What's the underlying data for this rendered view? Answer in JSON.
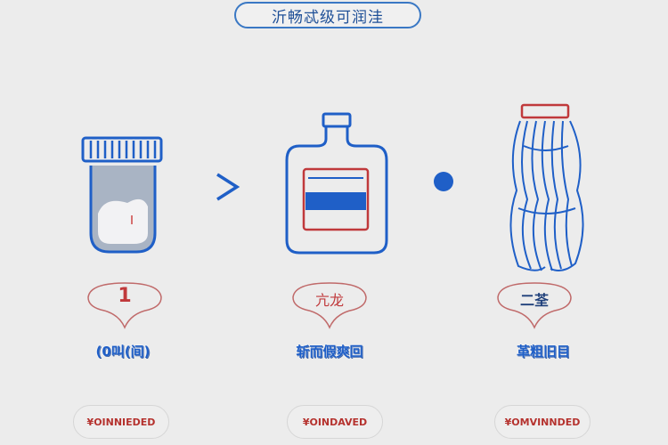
{
  "title": "沂畅忒级可润洼",
  "colors": {
    "blue": "#1f5fc7",
    "red": "#c0393b",
    "bg": "#ececec"
  },
  "steps": [
    {
      "icon": "jar-icon",
      "badge": "1",
      "label": "(0叫(间)",
      "price": "¥OINNIEDED"
    },
    {
      "icon": "bottle-icon",
      "badge": "亢龙",
      "label": "斩而假爽回",
      "price": "¥OINDAVED"
    },
    {
      "icon": "hair-bundle-icon",
      "badge": "二荃",
      "label": "革粗旧目",
      "price": "¥OMVINNDED"
    }
  ],
  "separators": [
    "chevron-right-icon",
    "dot-icon"
  ]
}
